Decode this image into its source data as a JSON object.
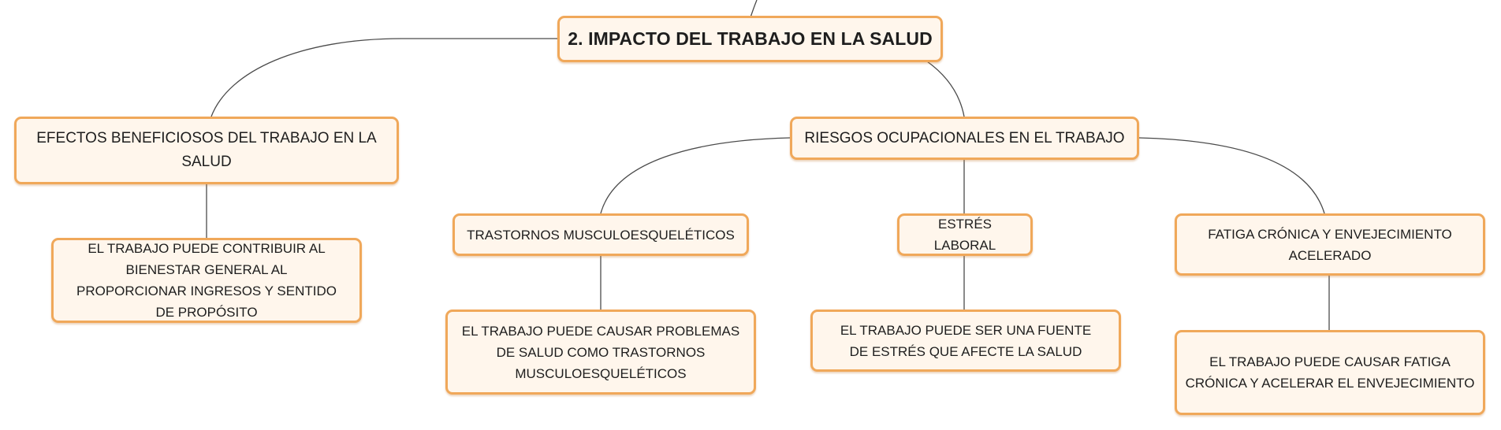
{
  "diagram": {
    "root": {
      "label": "2. IMPACTO DEL TRABAJO EN LA SALUD"
    },
    "branches": [
      {
        "label": "EFECTOS BENEFICIOSOS DEL TRABAJO EN LA SALUD",
        "detail": "EL TRABAJO PUEDE CONTRIBUIR AL BIENESTAR GENERAL AL PROPORCIONAR INGRESOS Y SENTIDO DE PROPÓSITO"
      },
      {
        "label": "RIESGOS OCUPACIONALES EN EL TRABAJO",
        "children": [
          {
            "label": "TRASTORNOS MUSCULOESQUELÉTICOS",
            "detail": "EL TRABAJO PUEDE CAUSAR PROBLEMAS DE SALUD COMO TRASTORNOS MUSCULOESQUELÉTICOS"
          },
          {
            "label": "ESTRÉS LABORAL",
            "detail": "EL TRABAJO PUEDE SER UNA FUENTE DE ESTRÉS QUE AFECTE LA SALUD"
          },
          {
            "label": "FATIGA CRÓNICA Y ENVEJECIMIENTO ACELERADO",
            "detail": "EL TRABAJO PUEDE CAUSAR FATIGA CRÓNICA Y ACELERAR EL ENVEJECIMIENTO"
          }
        ]
      }
    ]
  },
  "colors": {
    "node_fill": "#fff6ec",
    "node_border": "#f0a85a",
    "connector": "#4a4a4a",
    "text": "#1e1e1e"
  }
}
